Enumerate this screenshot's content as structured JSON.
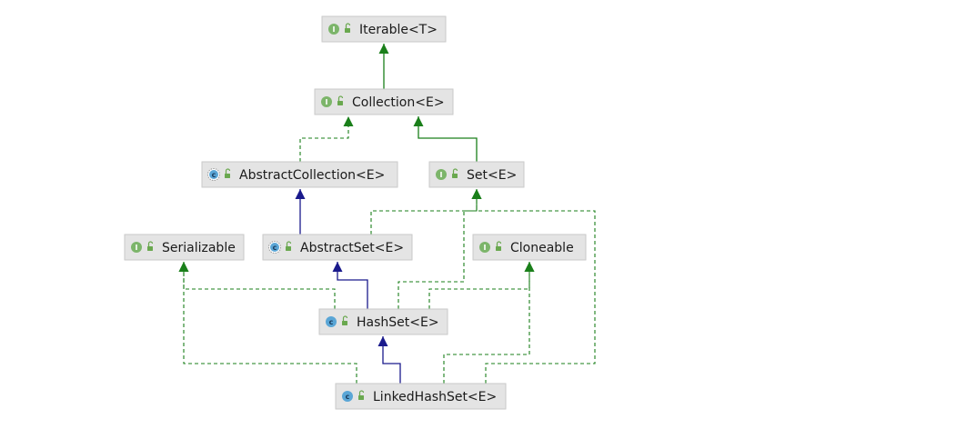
{
  "colors": {
    "green_edge": "#1a7f1a",
    "blue_edge": "#1a1a8c",
    "interface_badge": "#7cb56a",
    "class_badge": "#5aa6d6",
    "open_lock": "#6aa84f"
  },
  "nodes": [
    {
      "id": "iterable",
      "label": "Iterable<T>",
      "kind": "interface",
      "icon": "interface-icon"
    },
    {
      "id": "collection",
      "label": "Collection<E>",
      "kind": "interface",
      "icon": "interface-icon"
    },
    {
      "id": "abstractcollection",
      "label": "AbstractCollection<E>",
      "kind": "abstract-class",
      "icon": "abstract-class-icon"
    },
    {
      "id": "set",
      "label": "Set<E>",
      "kind": "interface",
      "icon": "interface-icon"
    },
    {
      "id": "serializable",
      "label": "Serializable",
      "kind": "interface",
      "icon": "interface-icon"
    },
    {
      "id": "abstractset",
      "label": "AbstractSet<E>",
      "kind": "abstract-class",
      "icon": "abstract-class-icon"
    },
    {
      "id": "cloneable",
      "label": "Cloneable",
      "kind": "interface",
      "icon": "interface-icon"
    },
    {
      "id": "hashset",
      "label": "HashSet<E>",
      "kind": "class",
      "icon": "class-icon"
    },
    {
      "id": "linkedhashset",
      "label": "LinkedHashSet<E>",
      "kind": "class",
      "icon": "class-icon"
    }
  ],
  "edges": [
    {
      "from": "collection",
      "to": "iterable",
      "type": "extends"
    },
    {
      "from": "abstractcollection",
      "to": "collection",
      "type": "implements"
    },
    {
      "from": "set",
      "to": "collection",
      "type": "extends"
    },
    {
      "from": "abstractset",
      "to": "abstractcollection",
      "type": "extends-class"
    },
    {
      "from": "abstractset",
      "to": "set",
      "type": "implements"
    },
    {
      "from": "hashset",
      "to": "abstractset",
      "type": "extends-class"
    },
    {
      "from": "hashset",
      "to": "serializable",
      "type": "implements"
    },
    {
      "from": "hashset",
      "to": "set",
      "type": "implements"
    },
    {
      "from": "hashset",
      "to": "cloneable",
      "type": "implements"
    },
    {
      "from": "linkedhashset",
      "to": "hashset",
      "type": "extends-class"
    },
    {
      "from": "linkedhashset",
      "to": "serializable",
      "type": "implements"
    },
    {
      "from": "linkedhashset",
      "to": "cloneable",
      "type": "implements"
    },
    {
      "from": "linkedhashset",
      "to": "set",
      "type": "implements"
    }
  ]
}
